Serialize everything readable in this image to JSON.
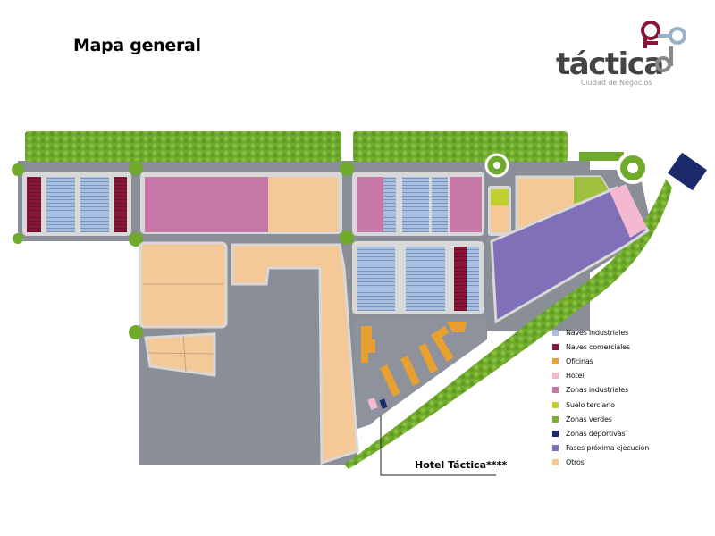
{
  "title": "Mapa general",
  "logo": {
    "name": "táctica",
    "subtitle": "Ciudad de Negocios"
  },
  "hotel_callout": "Hotel Táctica****",
  "colors": {
    "naves_industriales": "#a8bfe0",
    "naves_comerciales": "#8a1538",
    "oficinas": "#e8a030",
    "hotel": "#f4b8d0",
    "zonas_industriales": "#c878a8",
    "suelo_terciario": "#c0d030",
    "zonas_verdes": "#78b030",
    "zonas_deportivas": "#1a2a6a",
    "fases_proxima_ejecucion": "#8070b8",
    "otros": "#f5c898",
    "road": "#8a8e96",
    "plaza": "#8e929c"
  },
  "legend": [
    {
      "label": "Naves industriales",
      "color": "#a8bfe0"
    },
    {
      "label": "Naves comerciales",
      "color": "#8a1538"
    },
    {
      "label": "Oficinas",
      "color": "#e8a030"
    },
    {
      "label": "Hotel",
      "color": "#f4b8d0"
    },
    {
      "label": "Zonas industriales",
      "color": "#c878a8"
    },
    {
      "label": "Suelo terciario",
      "color": "#c0d030"
    },
    {
      "label": "Zonas verdes",
      "color": "#78b030"
    },
    {
      "label": "Zonas deportivas",
      "color": "#1a2a6a"
    },
    {
      "label": "Fases próxima ejecución",
      "color": "#8070b8"
    },
    {
      "label": "Otros",
      "color": "#f5c898"
    }
  ]
}
